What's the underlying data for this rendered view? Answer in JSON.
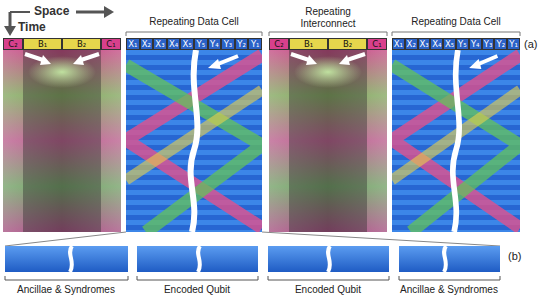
{
  "diagram": {
    "nodes": [
      {
        "text": [
          "C₂"
        ]
      },
      {
        "text": [
          "B₁"
        ]
      },
      {
        "text": [
          "B₂"
        ]
      },
      {
        "text": [
          "C₁"
        ]
      },
      {
        "text": [
          "X₁"
        ]
      },
      {
        "text": [
          "X₂"
        ]
      },
      {
        "text": [
          "X₃"
        ]
      },
      {
        "text": [
          "X₄"
        ]
      },
      {
        "text": [
          "X₅"
        ]
      },
      {
        "text": [
          "Y₅"
        ]
      },
      {
        "text": [
          "Y₄"
        ]
      },
      {
        "text": [
          "Y₃"
        ]
      },
      {
        "text": [
          "Y₂"
        ]
      },
      {
        "text": [
          "Y₁"
        ]
      },
      {
        "text": [
          "C₂"
        ]
      },
      {
        "text": [
          "B₁"
        ]
      },
      {
        "text": [
          "B₂"
        ]
      },
      {
        "text": [
          "C₁"
        ]
      },
      {
        "text": [
          "X₁"
        ]
      },
      {
        "text": [
          "X₂"
        ]
      },
      {
        "text": [
          "X₃"
        ]
      },
      {
        "text": [
          "X₄"
        ]
      },
      {
        "text": [
          "X₅"
        ]
      },
      {
        "text": [
          "Y₅"
        ]
      },
      {
        "text": [
          "Y₄"
        ]
      },
      {
        "text": [
          "Y₃"
        ]
      },
      {
        "text": [
          "Y₂"
        ]
      },
      {
        "text": [
          "Y₁"
        ]
      }
    ],
    "labels": [
      "Space",
      "Time",
      "Repeating Data Cell",
      "Repeating Interconnect",
      "Repeating Data Cell",
      "(a)",
      "(b)",
      "Ancillae & Syndromes",
      "Encoded Qubit",
      "Encoded Qubit",
      "Ancillae & Syndromes"
    ]
  }
}
